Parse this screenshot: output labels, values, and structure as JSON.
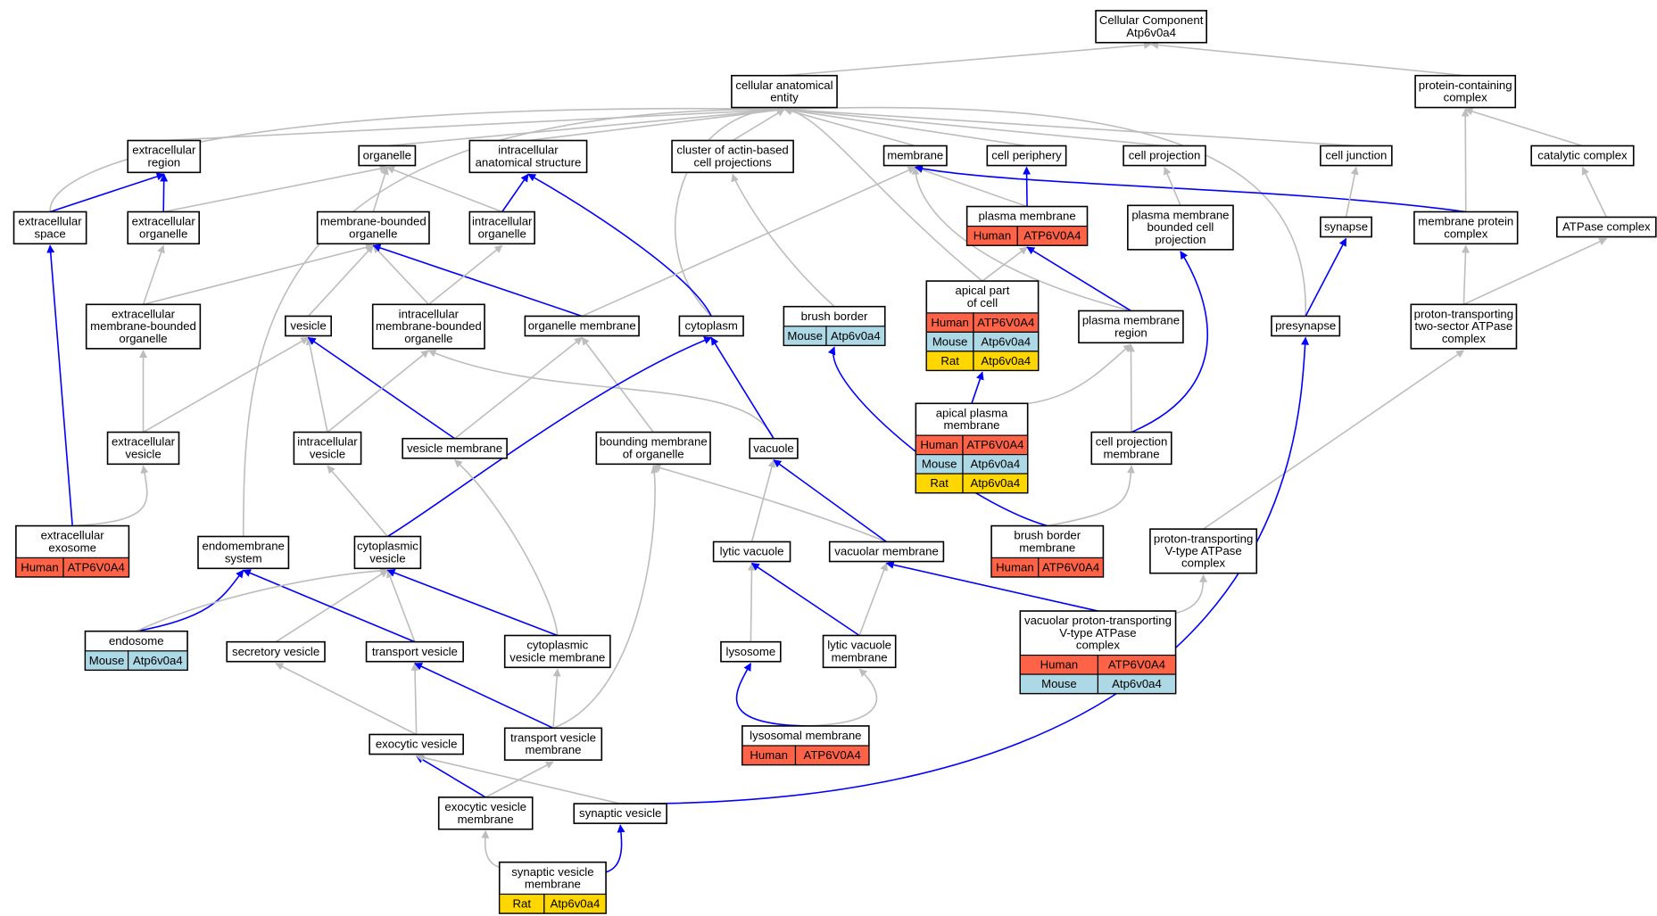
{
  "colors": {
    "grey_edge": "#bdbdbd",
    "blue_edge": "#0000ff",
    "Human": "#ff6347",
    "Mouse": "#add8e6",
    "Rat": "#ffd700"
  },
  "nodes": {
    "cc": [
      "Cellular Component",
      "Atp6v0a4"
    ],
    "cae": [
      "cellular anatomical",
      "entity"
    ],
    "pcc": [
      "protein-containing",
      "complex"
    ],
    "ecr": [
      "extracellular",
      "region"
    ],
    "org": [
      "organelle"
    ],
    "ias": [
      "intracellular",
      "anatomical structure"
    ],
    "cabcp": [
      "cluster of actin-based",
      "cell projections"
    ],
    "mem": [
      "membrane"
    ],
    "cper": [
      "cell periphery"
    ],
    "cproj": [
      "cell projection"
    ],
    "cjunc": [
      "cell junction"
    ],
    "catc": [
      "catalytic complex"
    ],
    "ecs": [
      "extracellular",
      "space"
    ],
    "eco": [
      "extracellular",
      "organelle"
    ],
    "mbo": [
      "membrane-bounded",
      "organelle"
    ],
    "io": [
      "intracellular",
      "organelle"
    ],
    "pm": [
      "plasma membrane"
    ],
    "pmbcp": [
      "plasma membrane",
      "bounded cell",
      "projection"
    ],
    "syn": [
      "synapse"
    ],
    "mpc": [
      "membrane protein",
      "complex"
    ],
    "atpc": [
      "ATPase complex"
    ],
    "apc": [
      "apical part",
      "of cell"
    ],
    "embo": [
      "extracellular",
      "membrane-bounded",
      "organelle"
    ],
    "ves": [
      "vesicle"
    ],
    "imbo": [
      "intracellular",
      "membrane-bounded",
      "organelle"
    ],
    "om": [
      "organelle membrane"
    ],
    "cyto": [
      "cytoplasm"
    ],
    "bb": [
      "brush border"
    ],
    "pmr": [
      "plasma membrane",
      "region"
    ],
    "presyn": [
      "presynapse"
    ],
    "pttsa": [
      "proton-transporting",
      "two-sector ATPase",
      "complex"
    ],
    "apm": [
      "apical plasma",
      "membrane"
    ],
    "ecv": [
      "extracellular",
      "vesicle"
    ],
    "iv": [
      "intracellular",
      "vesicle"
    ],
    "vm": [
      "vesicle membrane"
    ],
    "bmo": [
      "bounding membrane",
      "of organelle"
    ],
    "vac": [
      "vacuole"
    ],
    "cpm": [
      "cell projection",
      "membrane"
    ],
    "exo": [
      "extracellular",
      "exosome"
    ],
    "ems": [
      "endomembrane",
      "system"
    ],
    "cv": [
      "cytoplasmic",
      "vesicle"
    ],
    "lv": [
      "lytic vacuole"
    ],
    "vacm": [
      "vacuolar membrane"
    ],
    "bbm": [
      "brush border",
      "membrane"
    ],
    "ptvatp": [
      "proton-transporting",
      "V-type ATPase",
      "complex"
    ],
    "endo": [
      "endosome"
    ],
    "sv": [
      "secretory vesicle"
    ],
    "tv": [
      "transport vesicle"
    ],
    "cvm": [
      "cytoplasmic",
      "vesicle membrane"
    ],
    "lyso": [
      "lysosome"
    ],
    "lvm": [
      "lytic vacuole",
      "membrane"
    ],
    "vptvatp": [
      "vacuolar proton-transporting",
      "V-type ATPase",
      "complex"
    ],
    "exv": [
      "exocytic vesicle"
    ],
    "tvm": [
      "transport vesicle",
      "membrane"
    ],
    "lysom": [
      "lysosomal membrane"
    ],
    "exvm": [
      "exocytic vesicle",
      "membrane"
    ],
    "synv": [
      "synaptic vesicle"
    ],
    "svm": [
      "synaptic vesicle",
      "membrane"
    ]
  },
  "species_rows": {
    "pm": [
      [
        "Human",
        "ATP6V0A4"
      ]
    ],
    "bb": [
      [
        "Mouse",
        "Atp6v0a4"
      ]
    ],
    "apc": [
      [
        "Human",
        "ATP6V0A4"
      ],
      [
        "Mouse",
        "Atp6v0a4"
      ],
      [
        "Rat",
        "Atp6v0a4"
      ]
    ],
    "apm": [
      [
        "Human",
        "ATP6V0A4"
      ],
      [
        "Mouse",
        "Atp6v0a4"
      ],
      [
        "Rat",
        "Atp6v0a4"
      ]
    ],
    "exo": [
      [
        "Human",
        "ATP6V0A4"
      ]
    ],
    "bbm": [
      [
        "Human",
        "ATP6V0A4"
      ]
    ],
    "endo": [
      [
        "Mouse",
        "Atp6v0a4"
      ]
    ],
    "vptvatp": [
      [
        "Human",
        "ATP6V0A4"
      ],
      [
        "Mouse",
        "Atp6v0a4"
      ]
    ],
    "lysom": [
      [
        "Human",
        "ATP6V0A4"
      ]
    ],
    "svm": [
      [
        "Rat",
        "Atp6v0a4"
      ]
    ]
  }
}
